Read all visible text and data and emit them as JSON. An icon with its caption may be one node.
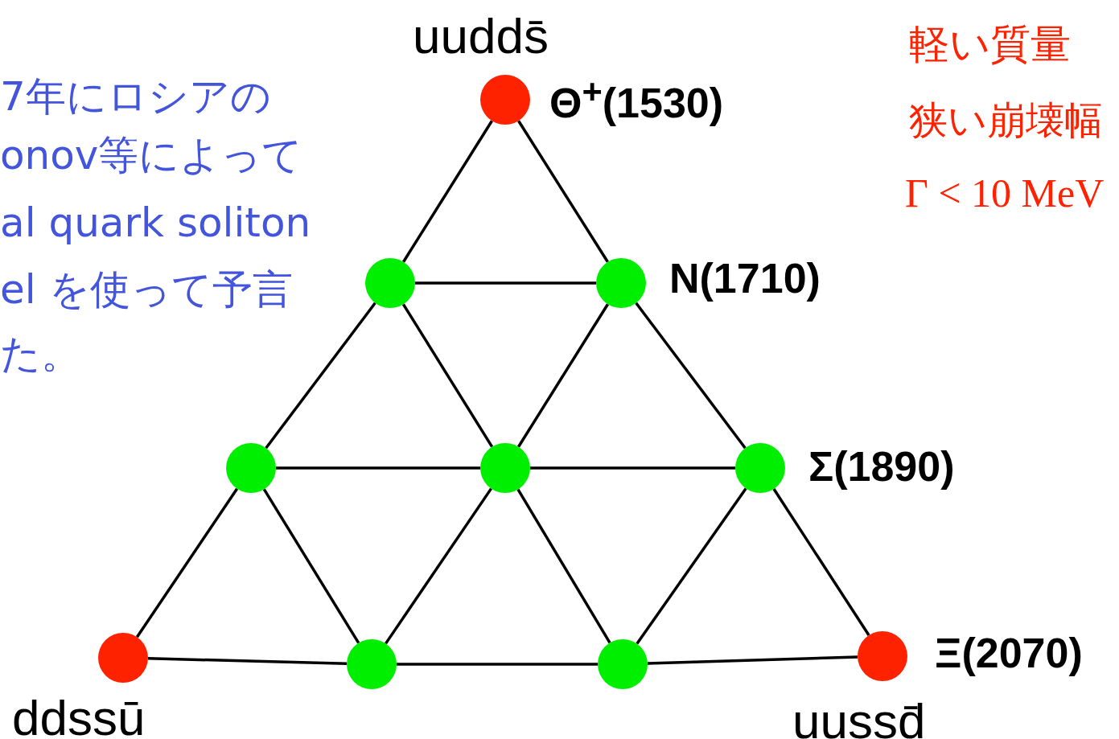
{
  "diagram": {
    "nodes": [
      {
        "text": [],
        "shape": "circle",
        "beside": [
          "uudds̄",
          "Θ$^{+}$(1530)"
        ]
      },
      {
        "text": [],
        "shape": "circle"
      },
      {
        "text": [],
        "shape": "circle",
        "beside": [
          "N(1710)"
        ]
      },
      {
        "text": [],
        "shape": "circle"
      },
      {
        "text": [],
        "shape": "circle"
      },
      {
        "text": [],
        "shape": "circle",
        "beside": [
          "Σ(1890)"
        ]
      },
      {
        "text": [],
        "shape": "circle",
        "beside": [
          "ddssū"
        ]
      },
      {
        "text": [],
        "shape": "circle"
      },
      {
        "text": [],
        "shape": "circle"
      },
      {
        "text": [],
        "shape": "circle",
        "beside": [
          "Ξ(2070)",
          "uussd̄"
        ]
      }
    ],
    "edges": [
      {
        "from": 0,
        "to": 1,
        "arrow": "none"
      },
      {
        "from": 0,
        "to": 2,
        "arrow": "none"
      },
      {
        "from": 1,
        "to": 2,
        "arrow": "none"
      },
      {
        "from": 1,
        "to": 3,
        "arrow": "none"
      },
      {
        "from": 1,
        "to": 4,
        "arrow": "none"
      },
      {
        "from": 2,
        "to": 4,
        "arrow": "none"
      },
      {
        "from": 2,
        "to": 5,
        "arrow": "none"
      },
      {
        "from": 3,
        "to": 4,
        "arrow": "none"
      },
      {
        "from": 4,
        "to": 5,
        "arrow": "none"
      },
      {
        "from": 3,
        "to": 6,
        "arrow": "none"
      },
      {
        "from": 3,
        "to": 7,
        "arrow": "none"
      },
      {
        "from": 4,
        "to": 7,
        "arrow": "none"
      },
      {
        "from": 4,
        "to": 8,
        "arrow": "none"
      },
      {
        "from": 5,
        "to": 8,
        "arrow": "none"
      },
      {
        "from": 5,
        "to": 9,
        "arrow": "none"
      },
      {
        "from": 6,
        "to": 7,
        "arrow": "none"
      },
      {
        "from": 7,
        "to": 8,
        "arrow": "none"
      },
      {
        "from": 8,
        "to": 9,
        "arrow": "none"
      }
    ],
    "labels": [
      "7年にロシアの",
      "onov等によって",
      "al quark soliton",
      "el を使って予言",
      "た。",
      "軽い質量",
      "狭い崩壊幅",
      "Γ < 10 MeV"
    ]
  }
}
